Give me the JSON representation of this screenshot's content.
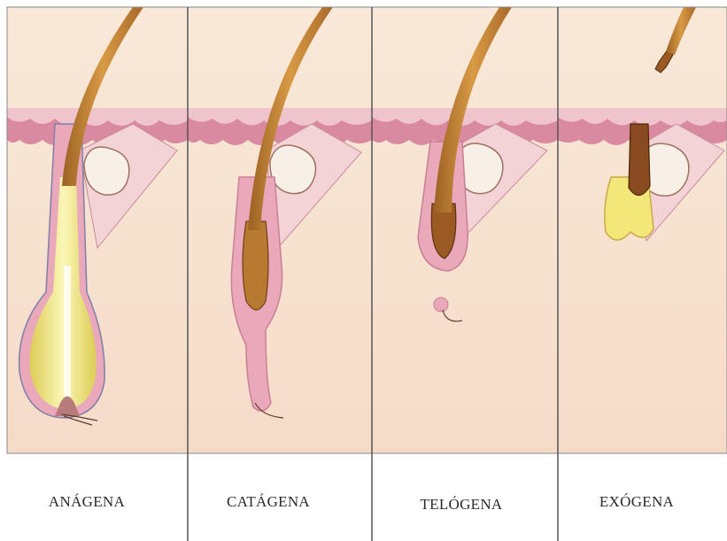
{
  "stages": [
    {
      "id": "anagen",
      "label": "ANÁGENA"
    },
    {
      "id": "catagen",
      "label": "CATÁGENA"
    },
    {
      "id": "telogen",
      "label": "TELÓGENA"
    },
    {
      "id": "exogen",
      "label": "EXÓGENA"
    }
  ],
  "colors": {
    "background": "#f7e3d2",
    "epidermis": "#d98aa0",
    "epidermis_light": "#f0c4cc",
    "hair_shaft": "#c8882f",
    "hair_dark": "#7a4a1c",
    "bulb_yellow": "#f3e77a",
    "sheath_pink": "#e9a9bb",
    "gland": "#f6f0e6",
    "divider": "#555555",
    "label_area": "#ffffff"
  }
}
